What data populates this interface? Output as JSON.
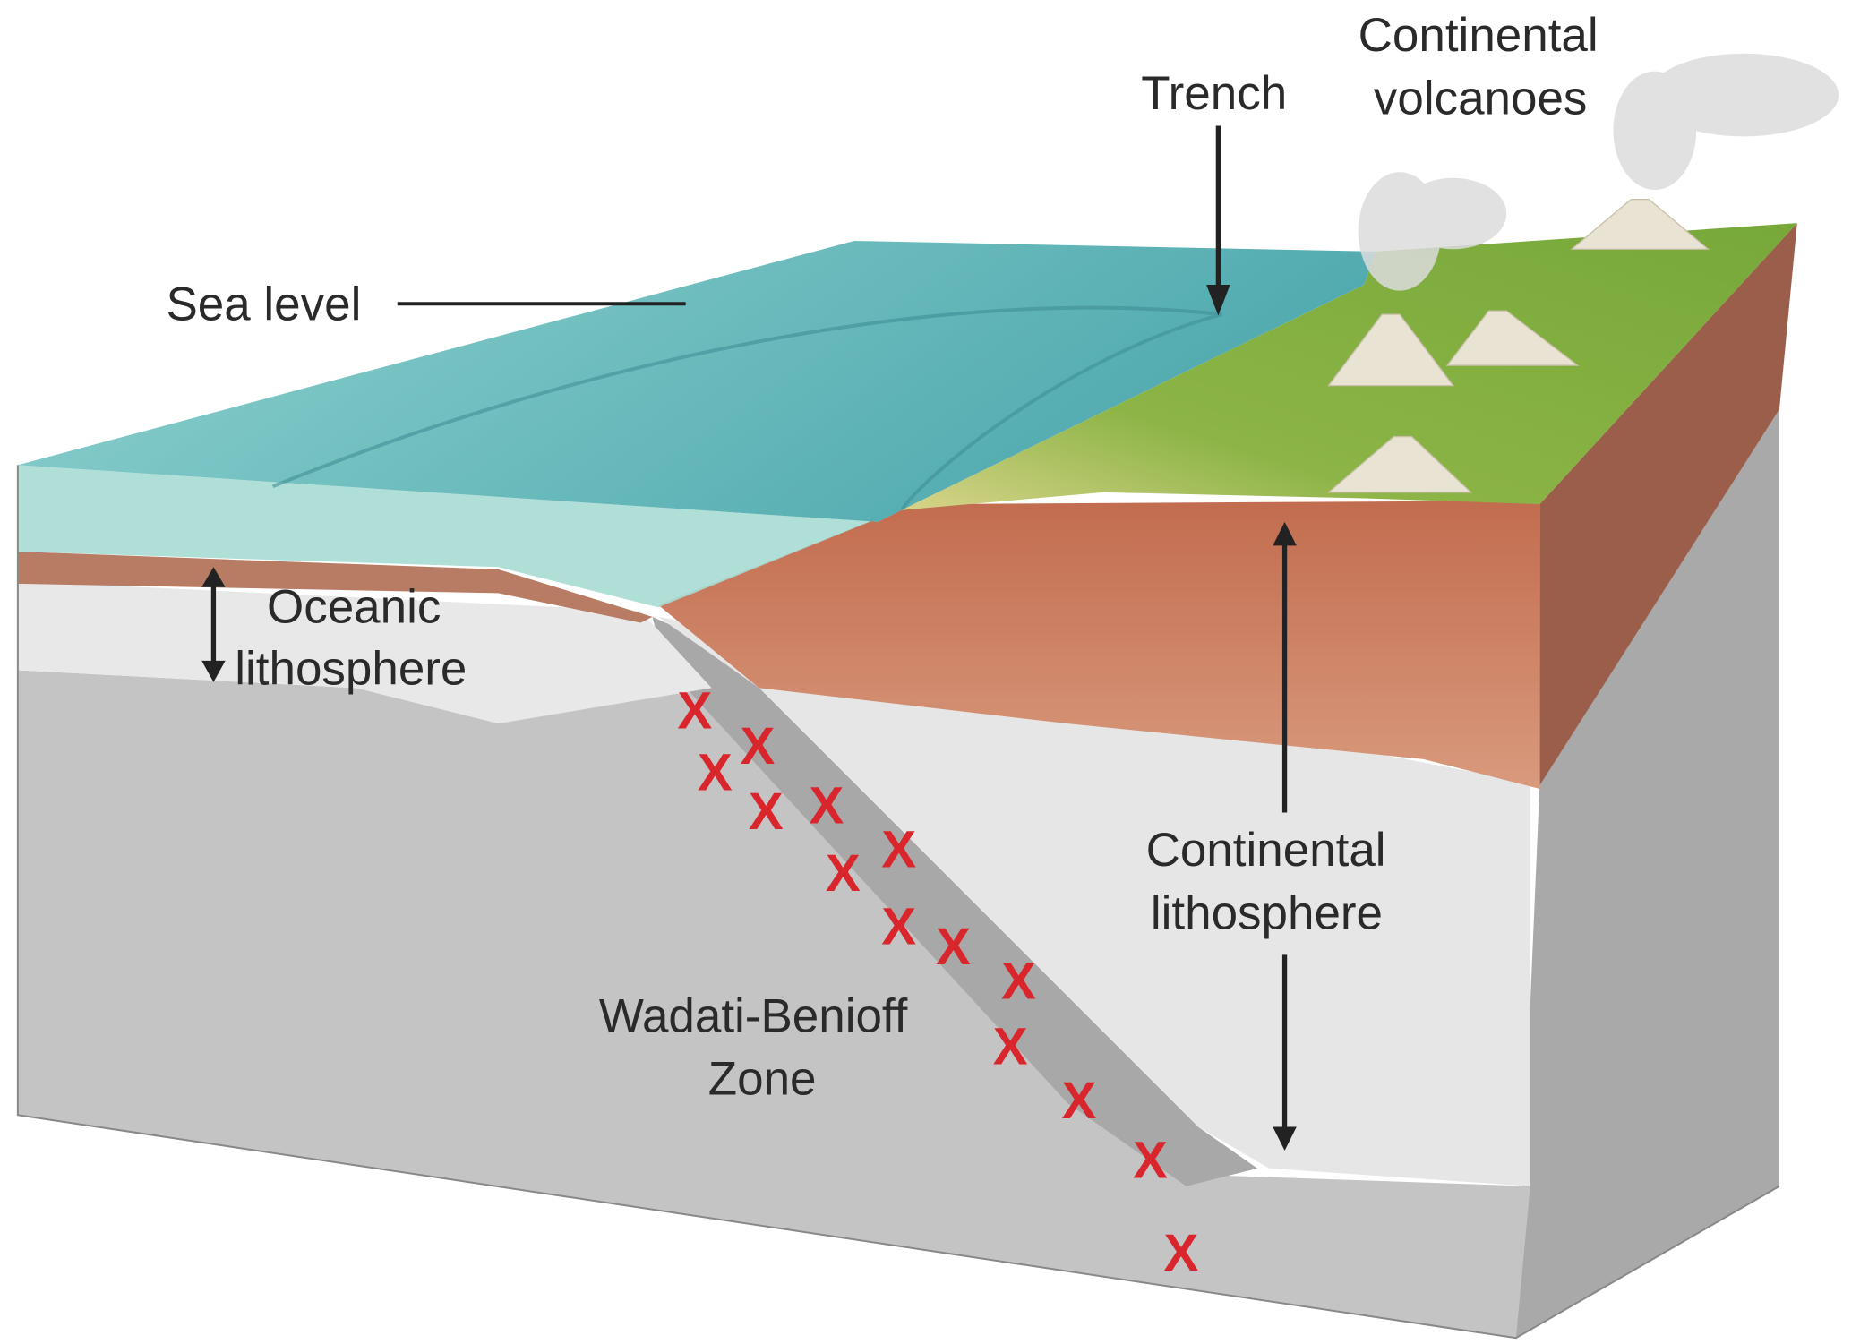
{
  "labels": {
    "sea_level": "Sea level",
    "trench": "Trench",
    "continental_volcanoes_1": "Continental",
    "continental_volcanoes_2": "volcanoes",
    "oceanic_lithosphere_1": "Oceanic",
    "oceanic_lithosphere_2": "lithosphere",
    "continental_lithosphere_1": "Continental",
    "continental_lithosphere_2": "lithosphere",
    "wadati_1": "Wadati-Benioff",
    "wadati_2": "Zone"
  },
  "earthquake_marker": "X",
  "colors": {
    "water": "#6fc3c4",
    "land": "#7fae3a",
    "continental_crust": "#c0735a",
    "lithosphere": "#e6e6e6",
    "mantle": "#bdbdbd",
    "marker": "#d8262c"
  }
}
